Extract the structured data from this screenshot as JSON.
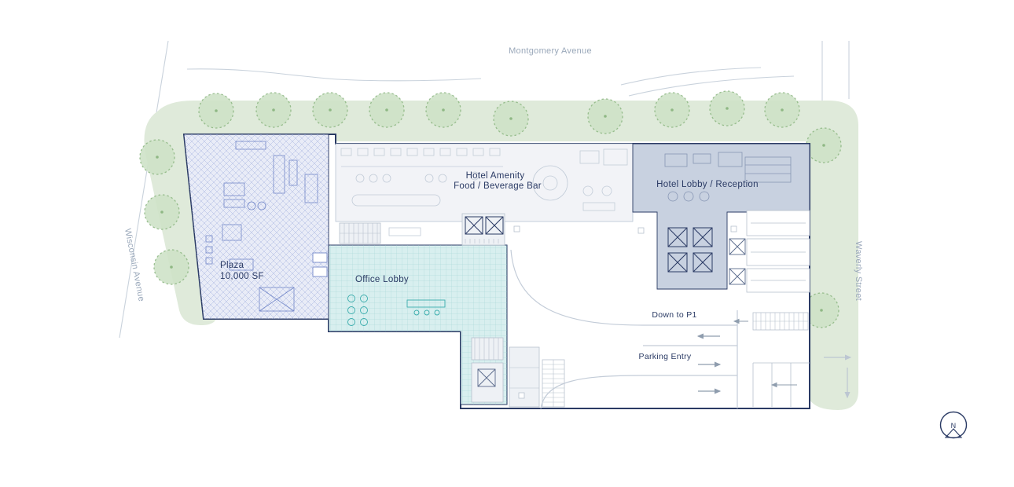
{
  "streets": {
    "top": "Montgomery Avenue",
    "left": "Wisconsin Avenue",
    "right": "Waverly Street"
  },
  "areas": {
    "hotel_amenity_line1": "Hotel Amenity",
    "hotel_amenity_line2": "Food / Beverage Bar",
    "hotel_lobby": "Hotel Lobby / Reception",
    "plaza_name": "Plaza",
    "plaza_size": "10,000 SF",
    "office_lobby": "Office Lobby"
  },
  "parking": {
    "ramp_label": "Down to P1",
    "entry_label": "Parking Entry"
  },
  "compass": {
    "label": "N"
  },
  "colors": {
    "outline_navy": "#2a3a64",
    "landscape_green": "#dfeada",
    "tree_green": "#cfe3c8",
    "tree_edge": "#8fb884",
    "plaza_fill": "#e9ecf7",
    "amenity_fill": "#f2f3f7",
    "hotel_lobby_fill": "#c8d1e0",
    "office_lobby_fill": "#d8efef",
    "detail_gray": "#b7c1ce",
    "street_text": "#9aa8ba"
  }
}
